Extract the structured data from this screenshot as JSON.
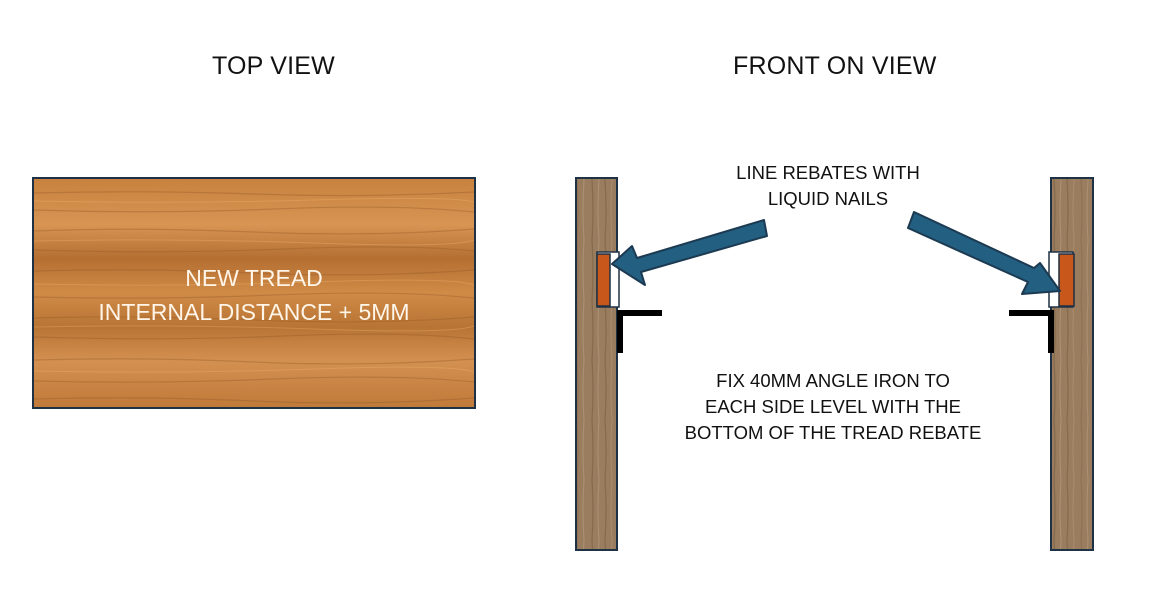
{
  "top_view": {
    "title": "TOP VIEW",
    "tread_label_line1": "NEW TREAD",
    "tread_label_line2": "INTERNAL DISTANCE + 5MM"
  },
  "front_view": {
    "title": "FRONT ON VIEW",
    "callout_line1": "LINE REBATES WITH",
    "callout_line2": "LIQUID NAILS",
    "note_line1": "FIX 40MM ANGLE IRON TO",
    "note_line2": "EACH SIDE LEVEL WITH THE",
    "note_line3": "BOTTOM OF THE TREAD REBATE"
  },
  "colors": {
    "tread_wood": "#c8823f",
    "stringer_wood": "#9a7d5e",
    "rebate_orange": "#c8571c",
    "arrow_blue": "#225f80",
    "outline_navy": "#1f3144",
    "angle_iron": "#000000"
  }
}
